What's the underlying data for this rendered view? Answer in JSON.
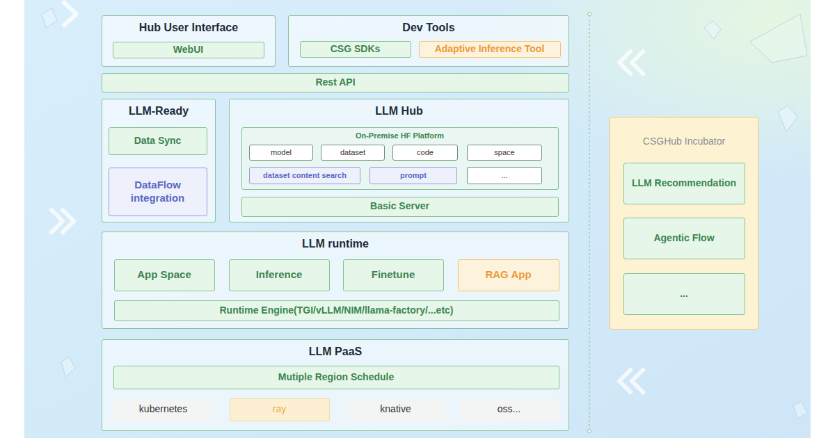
{
  "diagram": {
    "nodes": [
      {
        "text": [
          "Hub User Interface"
        ]
      },
      {
        "text": [
          "WebUI"
        ],
        "in": 0
      },
      {
        "text": [
          "Dev Tools"
        ]
      },
      {
        "text": [
          "CSG SDKs"
        ],
        "in": 2
      },
      {
        "text": [
          "Adaptive Inference Tool"
        ],
        "in": 2
      },
      {
        "text": [
          "Rest API"
        ]
      },
      {
        "text": [
          "LLM-Ready"
        ]
      },
      {
        "text": [
          "Data Sync"
        ],
        "in": 6
      },
      {
        "text": [
          "DataFlow integration"
        ],
        "in": 6
      },
      {
        "text": [
          "LLM Hub"
        ]
      },
      {
        "text": [
          "On-Premise HF Platform"
        ],
        "in": 9
      },
      {
        "text": [
          "model"
        ],
        "in": 10
      },
      {
        "text": [
          "dataset"
        ],
        "in": 10
      },
      {
        "text": [
          "code"
        ],
        "in": 10
      },
      {
        "text": [
          "space"
        ],
        "in": 10
      },
      {
        "text": [
          "dataset content search"
        ],
        "in": 10
      },
      {
        "text": [
          "prompt"
        ],
        "in": 10
      },
      {
        "text": [
          "..."
        ],
        "in": 10
      },
      {
        "text": [
          "Basic Server"
        ],
        "in": 9
      },
      {
        "text": [
          "LLM runtime"
        ]
      },
      {
        "text": [
          "App Space"
        ],
        "in": 19
      },
      {
        "text": [
          "Inference"
        ],
        "in": 19
      },
      {
        "text": [
          "Finetune"
        ],
        "in": 19
      },
      {
        "text": [
          "RAG App"
        ],
        "in": 19
      },
      {
        "text": [
          "Runtime Engine(TGI/vLLM/NIM/llama-factory/...etc)"
        ],
        "in": 19
      },
      {
        "text": [
          "LLM PaaS"
        ]
      },
      {
        "text": [
          "Mutiple Region Schedule"
        ],
        "in": 25
      },
      {
        "text": [
          "kubernetes"
        ],
        "in": 25
      },
      {
        "text": [
          "ray"
        ],
        "in": 25
      },
      {
        "text": [
          "knative"
        ],
        "in": 25
      },
      {
        "text": [
          "oss..."
        ],
        "in": 25
      },
      {
        "text": [
          "CSGHub Incubator"
        ]
      },
      {
        "text": [
          "LLM Recommendation"
        ],
        "in": 31
      },
      {
        "text": [
          "Agentic Flow"
        ],
        "in": 31
      },
      {
        "text": [
          "..."
        ],
        "in": 31
      }
    ]
  }
}
